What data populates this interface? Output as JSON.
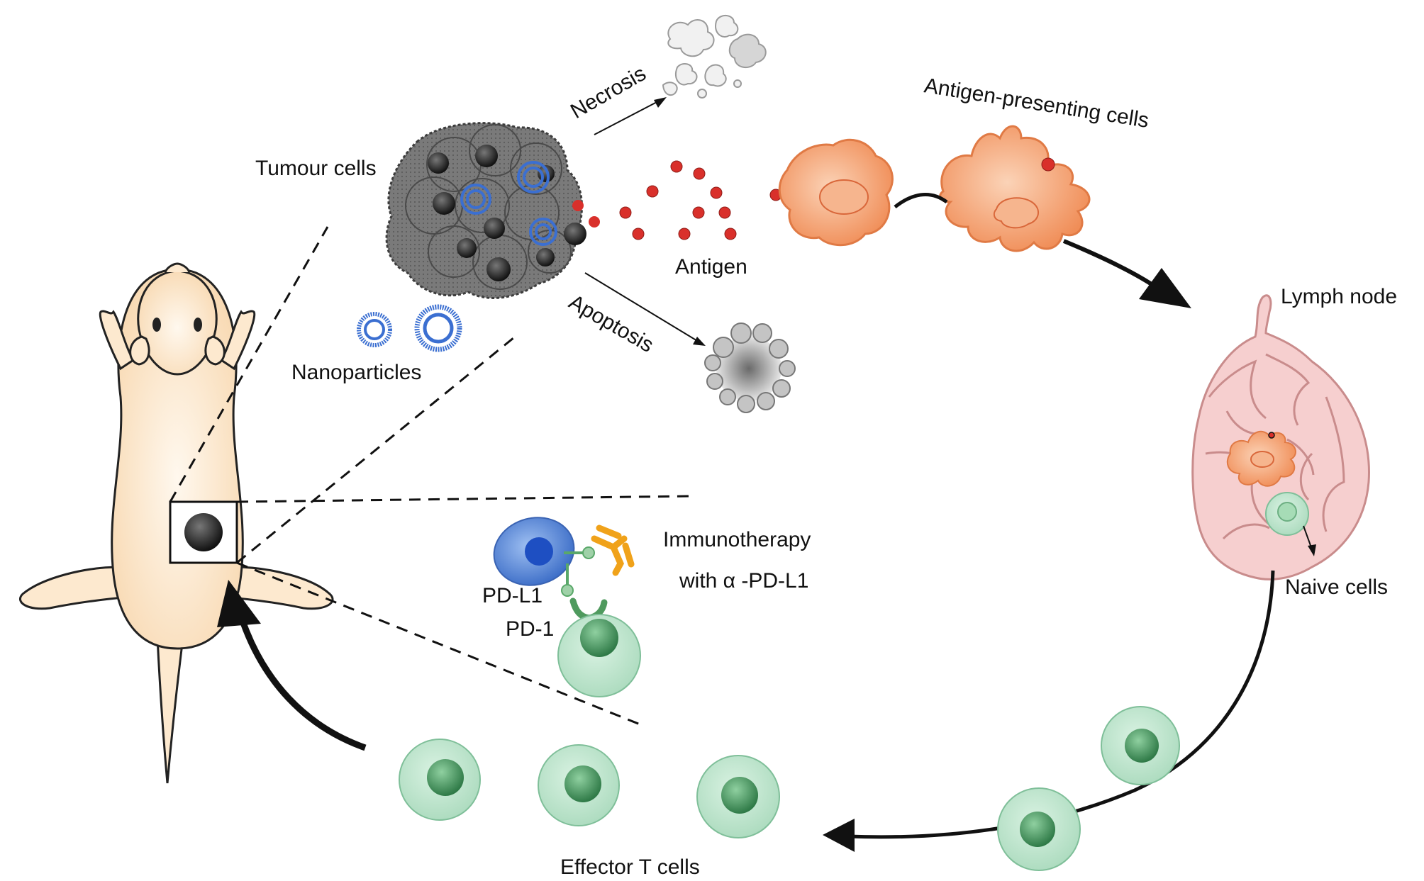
{
  "labels": {
    "tumour_cells": "Tumour cells",
    "necrosis": "Necrosis",
    "antigen": "Antigen",
    "apoptosis": "Apoptosis",
    "antigen_presenting_cells": "Antigen-presenting cells",
    "lymph_node": "Lymph node",
    "naive_cells": "Naive cells",
    "nanoparticles": "Nanoparticles",
    "immunotherapy_line1": "Immunotherapy",
    "immunotherapy_line2": "with α -PD-L1",
    "pd_l1": "PD-L1",
    "pd_1": "PD-1",
    "effector_t_cells": "Effector T cells"
  },
  "colors": {
    "tumour": "#6f6f6f",
    "nucleus_dark": "#2e2e2e",
    "nanoparticle": "#3b6fd1",
    "antigen": "#d9302b",
    "apc": "#f4a277",
    "apc_stroke": "#e07a45",
    "lymph": "#f6cfcf",
    "lymph_stroke": "#d9a3a3",
    "tcell": "#bfe6cf",
    "tcell_stroke": "#7fbf99",
    "tcell_nucleus": "#4f9a67",
    "pd_l1_cell": "#4a7ed8",
    "antibody": "#f0a21a",
    "receptor": "#5aa86a",
    "mouse": "#fde9cf"
  }
}
